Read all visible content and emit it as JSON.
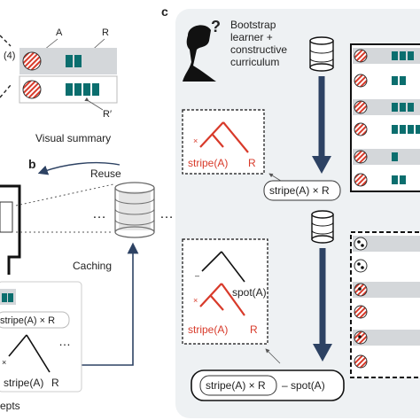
{
  "panel_a": {
    "marker_4": "(4)",
    "label_A": "A",
    "label_R": "R",
    "label_R_prime": "R′",
    "caption": "Visual summary"
  },
  "panel_b": {
    "letter": "b",
    "reuse": "Reuse",
    "caching": "Caching",
    "ellipsis": "…",
    "ellipsis_lower": "…",
    "expr": "stripe(A) × R",
    "tree_left": "stripe(A)",
    "tree_right": "R",
    "tree_op": "×",
    "bottom_text": "epts"
  },
  "panel_c": {
    "letter": "c",
    "learner_line1": "Bootstrap",
    "learner_line2": "learner +",
    "learner_line3": "constructive",
    "learner_line4": "curriculum",
    "question_mark": "?",
    "tree1": {
      "op": "×",
      "left": "stripe(A)",
      "right": "R"
    },
    "expr1": "stripe(A) × R",
    "tree2": {
      "top_op": "–",
      "right": "spot(A)",
      "op": "×",
      "left": "stripe(A)",
      "right2": "R"
    },
    "expr2_box": "stripe(A) × R",
    "expr2_rest": "– spot(A)"
  },
  "colors": {
    "teal": "#0b6e6e",
    "red": "#d83a2a",
    "navy": "#2d4263",
    "panel_bg": "#eef1f3",
    "row_grey": "#d4d7da"
  }
}
